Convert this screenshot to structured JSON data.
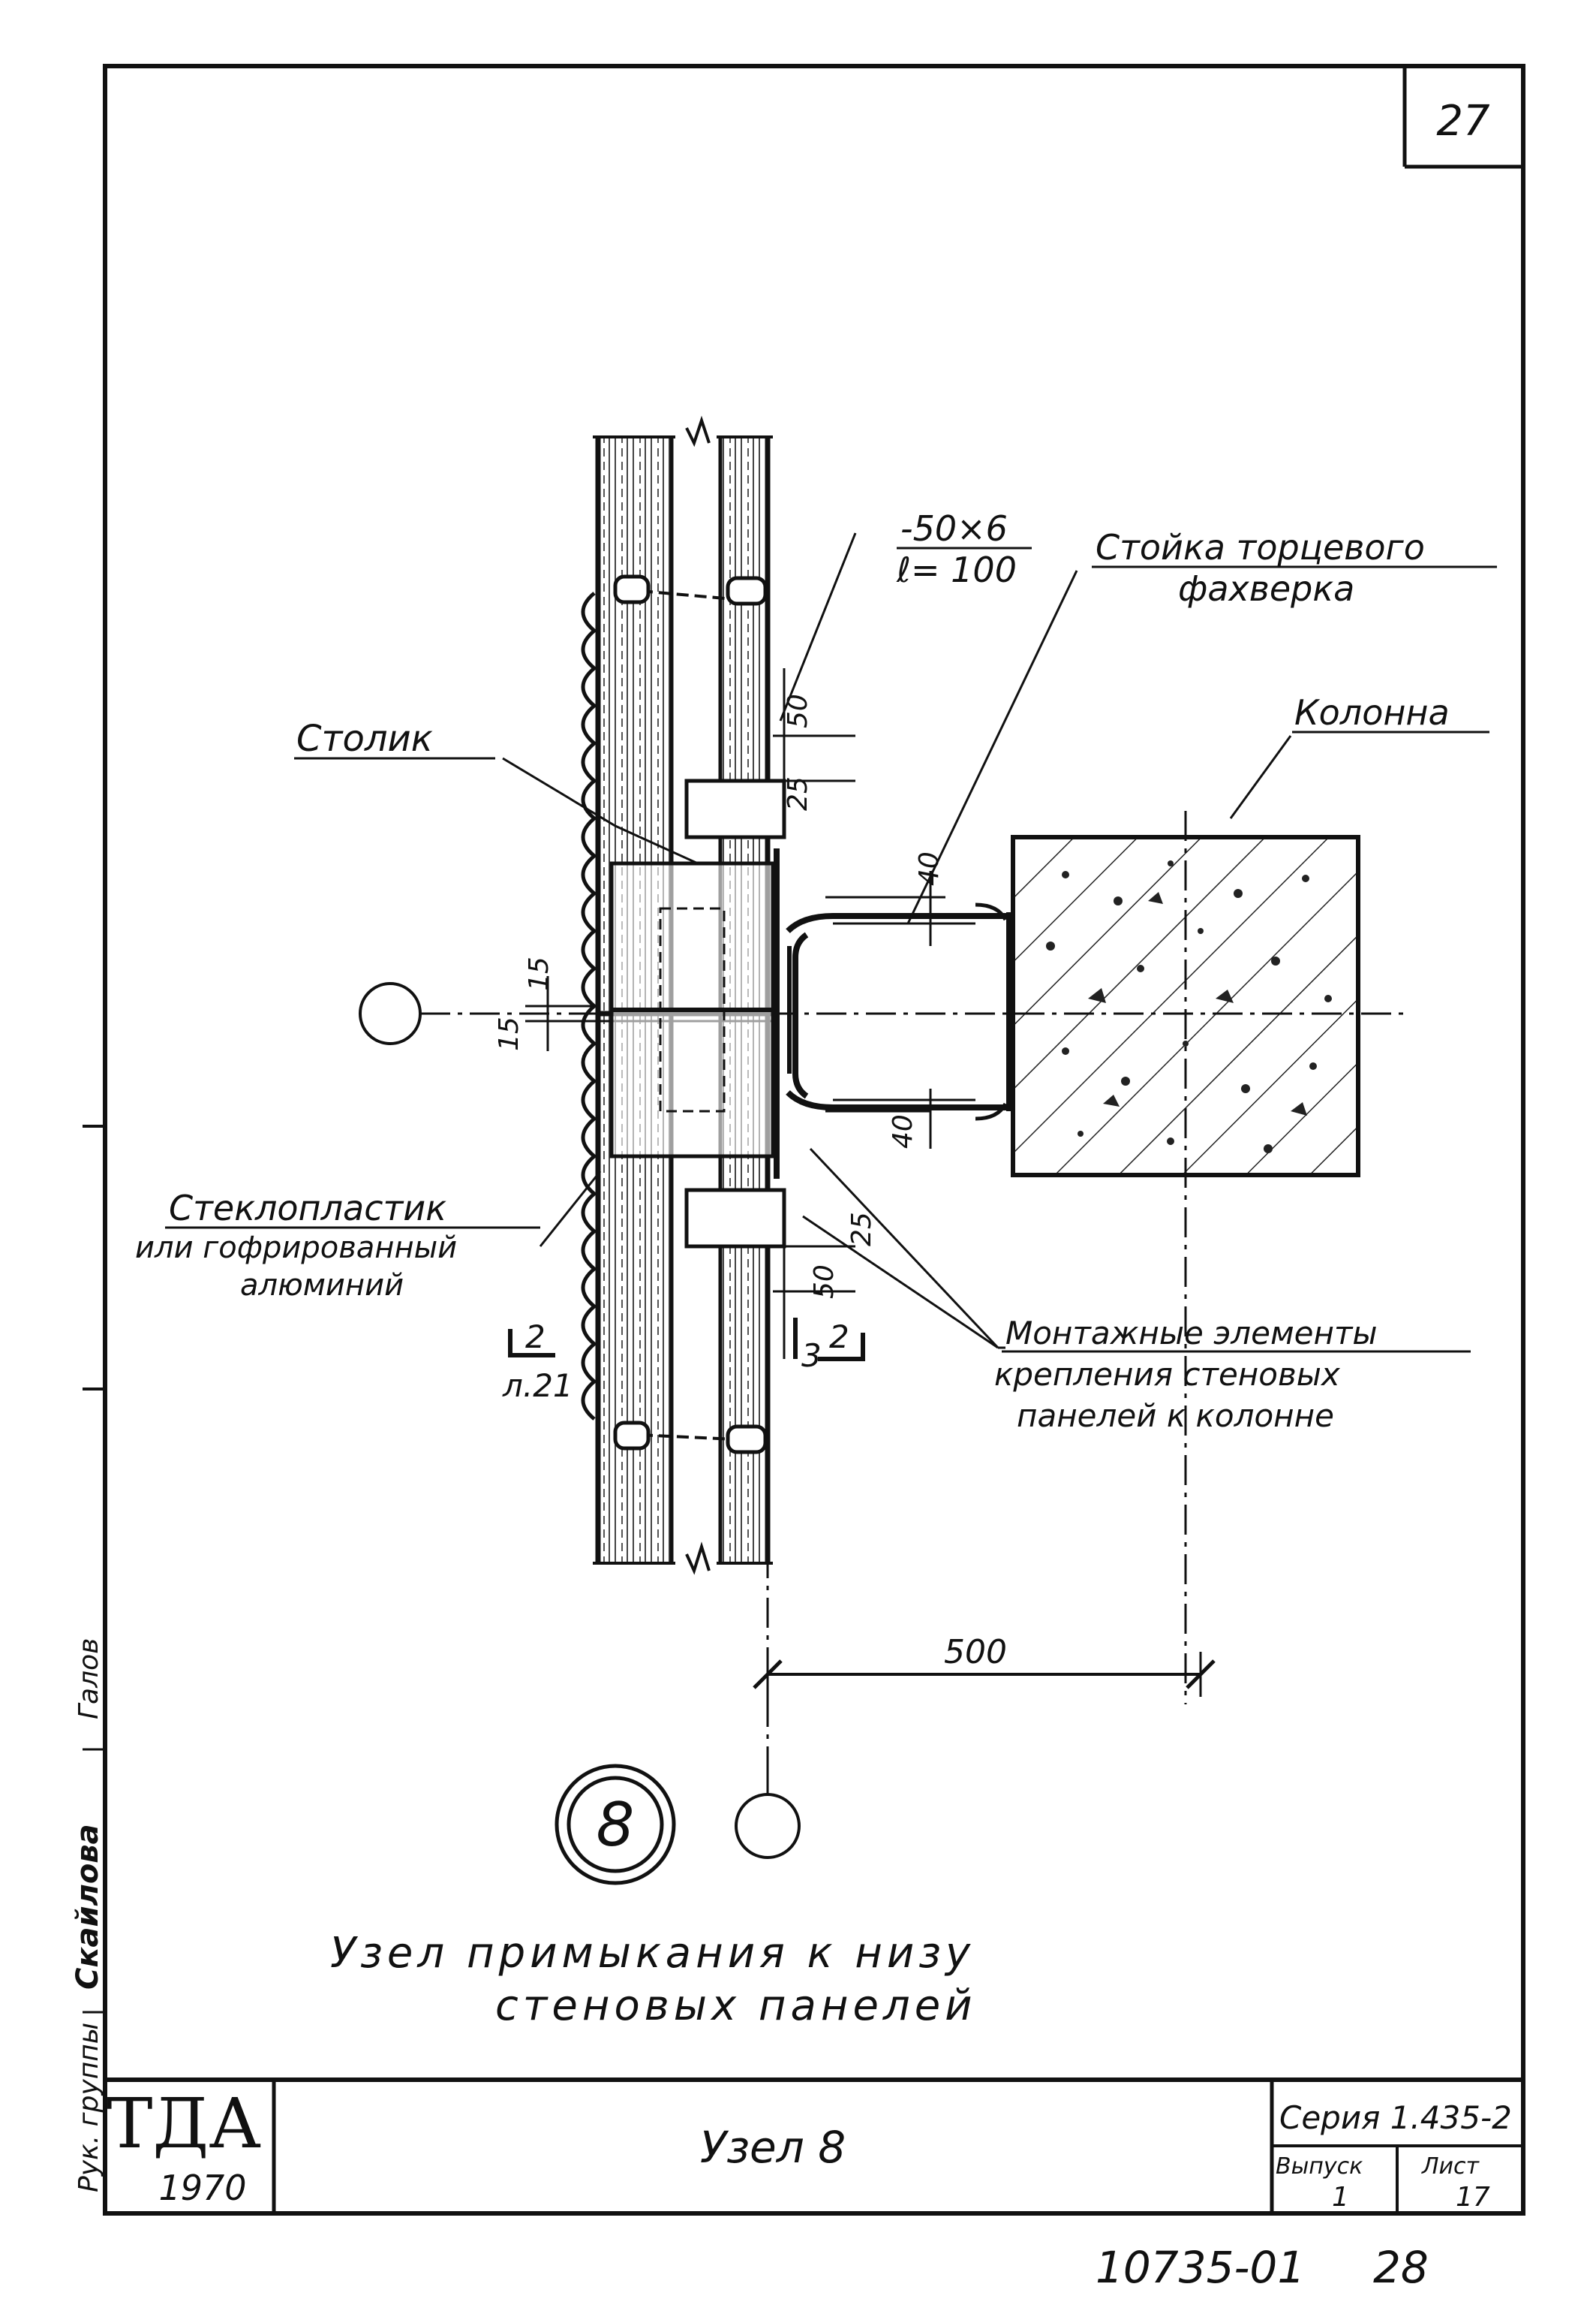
{
  "sheet": {
    "page_number": "27",
    "archive_number": "10735-01",
    "archive_page": "28"
  },
  "drawing": {
    "caption_line1": "Узел примыкания к низу",
    "caption_line2": "стеновых панелей",
    "node_mark": "8",
    "labels": {
      "plate": "-50×6",
      "plate_length": "ℓ= 100",
      "stand_line1": "Стойка торцевого",
      "stand_line2": "фахверка",
      "column": "Колонна",
      "table": "Столик",
      "cladding_line1": "Стеклопластик",
      "cladding_line2": "или гофрированный",
      "cladding_line3": "алюминий",
      "mount_line1": "Монтажные элементы",
      "mount_line2": "крепления стеновых",
      "mount_line3": "панелей к колонне",
      "section_left": "2",
      "section_left_ref": "л.21",
      "section_right": "2",
      "section_mark3": "3"
    },
    "dimensions": {
      "d50_top": "50",
      "d25_top": "25",
      "d40_top": "40",
      "d15_a": "15",
      "d15_b": "15",
      "d40_bottom": "40",
      "d25_bottom": "25",
      "d50_bottom": "50",
      "d500": "500"
    }
  },
  "title_block": {
    "org": "ТДА",
    "year": "1970",
    "title": "Узел 8",
    "series": "Серия 1.435-2",
    "issue_label": "Выпуск",
    "sheet_label": "Лист",
    "issue_value": "1",
    "sheet_value": "17"
  },
  "side_stamp": {
    "role1": "Рук. группы",
    "name1": "Скайлова",
    "name2": "Галов"
  }
}
